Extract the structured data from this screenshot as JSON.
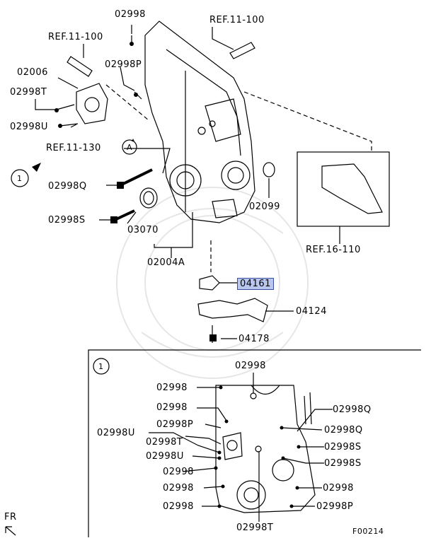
{
  "labels": {
    "top_02998": "02998",
    "ref_11_100_right": "REF.11-100",
    "ref_11_100_left": "REF.11-100",
    "p_02006": "02006",
    "p_02998P": "02998P",
    "p_02998T": "02998T",
    "p_02998U": "02998U",
    "ref_11_130": "REF.11-130",
    "callout_A": "A",
    "callout_1": "1",
    "p_02998Q": "02998Q",
    "p_02998S": "02998S",
    "p_03070": "03070",
    "p_02004A": "02004A",
    "p_02099": "02099",
    "ref_16_110": "REF.16-110",
    "p_04161": "04161",
    "p_04124": "04124",
    "p_04178": "04178",
    "fr": "FR",
    "fig_code": "F00214"
  },
  "detail": {
    "callout": "1",
    "top": "02998",
    "left": [
      "02998",
      "02998",
      "02998P",
      "02998T",
      "02998U",
      "02998",
      "02998",
      "02998"
    ],
    "left_outer_u": "02998U",
    "right": [
      "02998Q",
      "02998Q",
      "02998S",
      "02998S",
      "02998",
      "02998P"
    ],
    "bottom": "02998T"
  }
}
